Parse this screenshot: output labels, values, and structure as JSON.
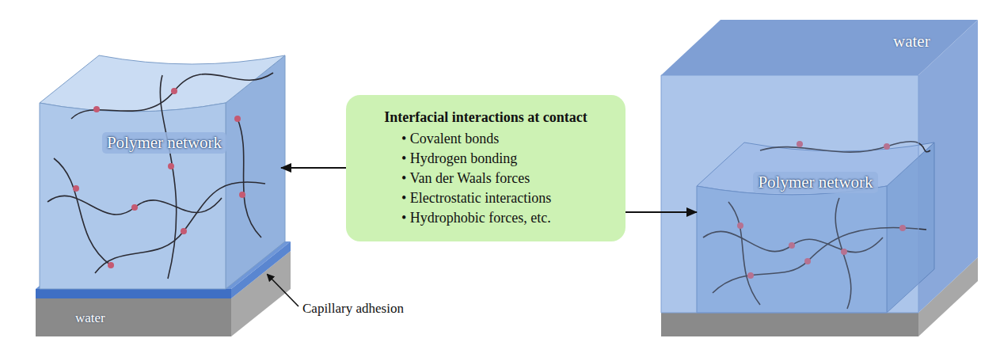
{
  "diagram": {
    "nodes": [
      {
        "text": [
          "Polymer network"
        ]
      },
      {
        "text": [
          "Interfacial interactions at contact",
          "• Covalent bonds",
          "• Hydrogen bonding",
          "• Van der Waals forces",
          "• Electrostatic interactions",
          "• Hydrophobic forces, etc."
        ]
      },
      {
        "text": [
          "Polymer network"
        ]
      }
    ],
    "edges": [
      {
        "from": 1,
        "to": 0,
        "arrow": "to"
      },
      {
        "from": 1,
        "to": 2,
        "arrow": "to"
      }
    ],
    "labels": [
      "water",
      "Capillary adhesion",
      "water"
    ]
  }
}
